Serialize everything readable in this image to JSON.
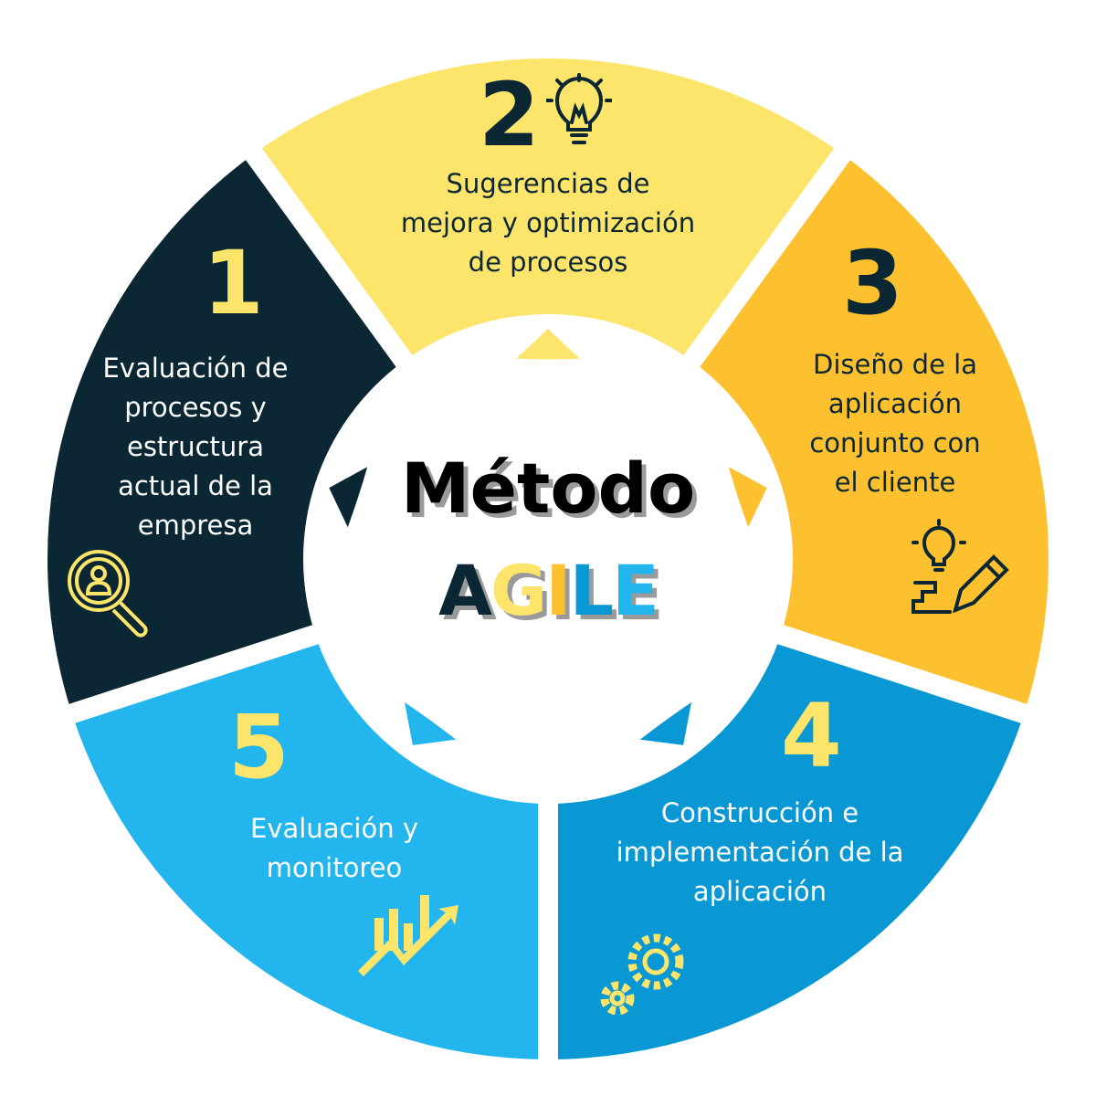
{
  "title": {
    "line1": "Método",
    "line2_letters": [
      "A",
      "G",
      "I",
      "L",
      "E"
    ]
  },
  "colors": {
    "dark": "#0a2733",
    "yellow": "#fde56b",
    "orange": "#fdc02f",
    "blue_dark": "#0a98d4",
    "blue_light": "#22b5ee"
  },
  "steps": [
    {
      "number": "1",
      "text": "Evaluación de\nprocesos y\nestructura\nactual de la\nempresa",
      "icon": "person-search-icon"
    },
    {
      "number": "2",
      "text": "Sugerencias de\nmejora y optimización\nde procesos",
      "icon": "lightbulb-icon"
    },
    {
      "number": "3",
      "text": "Diseño de la\naplicación\nconjunto con\nel cliente",
      "icon": "idea-pencil-icon"
    },
    {
      "number": "4",
      "text": "Construcción e\nimplementación de la\naplicación",
      "icon": "gears-icon"
    },
    {
      "number": "5",
      "text": "Evaluación y\nmonitoreo",
      "icon": "growth-chart-icon"
    }
  ]
}
